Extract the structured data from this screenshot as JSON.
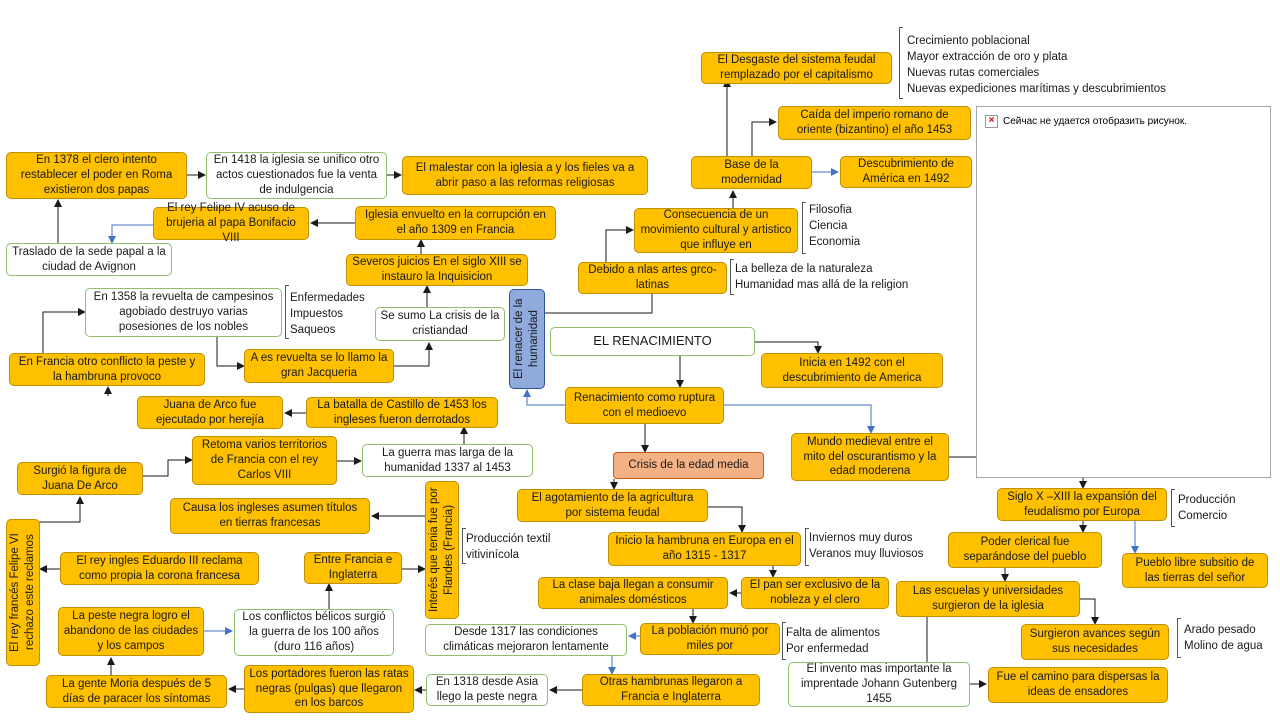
{
  "nodes": {
    "el_renacimiento": "EL RENACIMIENTO",
    "inicia_1492": "Inicia en 1492 con el descubrimiento de America",
    "ruptura": "Renacimiento como ruptura con el medioevo",
    "renacer": "El renacer de la humanidad",
    "crisis": "Crisis de la edad media",
    "mundo_medieval": "Mundo medieval entre el mito del oscurantismo y la edad moderena",
    "siglo_x": "Siglo X –XIII la expansión del feudalismo por Europa",
    "poder_clerical": "Poder clerical fue separándose del pueblo",
    "pueblo_libre": "Pueblo libre subsitio de las tierras del señor",
    "escuelas": "Las escuelas y universidades surgieron de la iglesia",
    "avances": "Surgieron avances según sus necesidades",
    "invento": "El invento mas importante la imprentade Johann Gutenberg 1455",
    "camino": "Fue el camino para dispersas la ideas de ensadores",
    "agotamiento": "El agotamiento de la agricultura por sistema feudal",
    "hambruna_1315": "Inicio la hambruna en Europa en el año 1315 - 1317",
    "pan_exclusivo": "El pan ser exclusivo de la nobleza y el clero",
    "clase_baja": "La clase baja llegan a consumir animales domésticos",
    "poblacion_murio": "La población murió por miles por",
    "desde_1317": "Desde 1317 las condiciones climáticas mejoraron lentamente",
    "otras_hambrunas": "Otras hambrunas llegaron a Francia e Inglaterra",
    "en_1318": "En 1318 desde Asia llego la peste negra",
    "portadores": "Los portadores fueron las ratas negras (pulgas) que llegaron en los barcos",
    "gente_moria": "La gente Moria después de 5 días de paracer los síntomas",
    "peste_negra": "La peste negra logro el abandono de las ciudades y los campos",
    "conflictos": "Los conflictos bélicos surgió la guerra de los 100 años (duro 116 años)",
    "entre_francia": "Entre Francia e Inglaterra",
    "interes": "Interés que tenia fue por Flandes (Francia)",
    "causa": "Causa los ingleses asumen títulos en tierras francesas",
    "eduardo": "El rey ingles Eduardo III reclama como propia la corona francesa",
    "felipe_vi": "El rey francés Felipe VI rechazo este reclamos",
    "juana_figura": "Surgió la figura de Juana De Arco",
    "retoma": "Retoma varios territorios de Francia con el rey Carlos VIII",
    "guerra_larga": "La guerra mas larga de la humanidad 1337 al 1453",
    "batalla": "La batalla de Castillo de 1453 los ingleses fueron derrotados",
    "juana_ejecutado": "Juana de Arco fue ejecutado por herejía",
    "francia_conflicto": "En Francia otro conflicto la peste y la hambruna provoco",
    "revuelta_1358": "En 1358 la revuelta de campesinos agobiado destruyo varias posesiones de los nobles",
    "jacqueria": "A es revuelta se lo llamo la gran Jacqueria",
    "se_sumo": "Se sumo La crisis de la cristiandad",
    "severos": "Severos juicios En el siglo XIII se instauro la Inquisicion",
    "iglesia_1309": "Iglesia envuelto en la corrupción en el año 1309 en Francia",
    "felipe_iv": "El rey Felipe IV acuso de brujeria al papa Bonifacio VIII",
    "traslado": "Traslado de la sede papal a la ciudad de Avignon",
    "en_1378": "En 1378 el clero intento restablecer el poder en Roma existieron dos papas",
    "en_1418": "En 1418 la iglesia se unifico otro actos cuestionados fue la venta de indulgencia",
    "malestar": "El malestar con la iglesia a y los fieles va a abrir paso a las reformas religiosas",
    "debido": "Debido a nlas artes grco-latinas",
    "consecuencia": "Consecuencia de un movimiento cultural y artistico que influye en",
    "base": "Base de la modernidad",
    "descubrimiento": "Descubrimiento de América en 1492",
    "caida": "Caída del imperio romano de oriente (bizantino) el año 1453",
    "desgaste": "El Desgaste del sistema feudal remplazado por el capitalismo"
  },
  "notes": {
    "crecimiento": [
      "Crecimiento poblacional",
      "Mayor extracción de oro y plata",
      "Nuevas rutas comerciales",
      "Nuevas expediciones marítimas y descubrimientos"
    ],
    "filosofia": [
      "Filosofia",
      "Ciencia",
      "Economia"
    ],
    "belleza": [
      "La belleza de la naturaleza",
      "Humanidad mas allá de la religion"
    ],
    "enfermedades": [
      "Enfermedades",
      "Impuestos",
      "Saqueos"
    ],
    "produccion_textil": [
      "Producción textil",
      "vitivinícola"
    ],
    "produccion_comercio": [
      "Producción",
      "Comercio"
    ],
    "inviernos": [
      "Inviernos muy duros",
      "Veranos muy lluviosos"
    ],
    "falta": [
      "Falta de alimentos",
      "Por enfermedad"
    ],
    "arado": [
      "Arado pesado",
      "Molino de agua"
    ]
  },
  "image_panel": {
    "message": "Сейчас не удается отобразить рисунок."
  },
  "colors": {
    "box_fill": "#ffc000",
    "box_border": "#bf9000",
    "arrow": "#1a1a1a",
    "blue_arrow": "#4472c4",
    "crisis_fill": "#f4b183",
    "renacer_fill": "#8faadc"
  }
}
